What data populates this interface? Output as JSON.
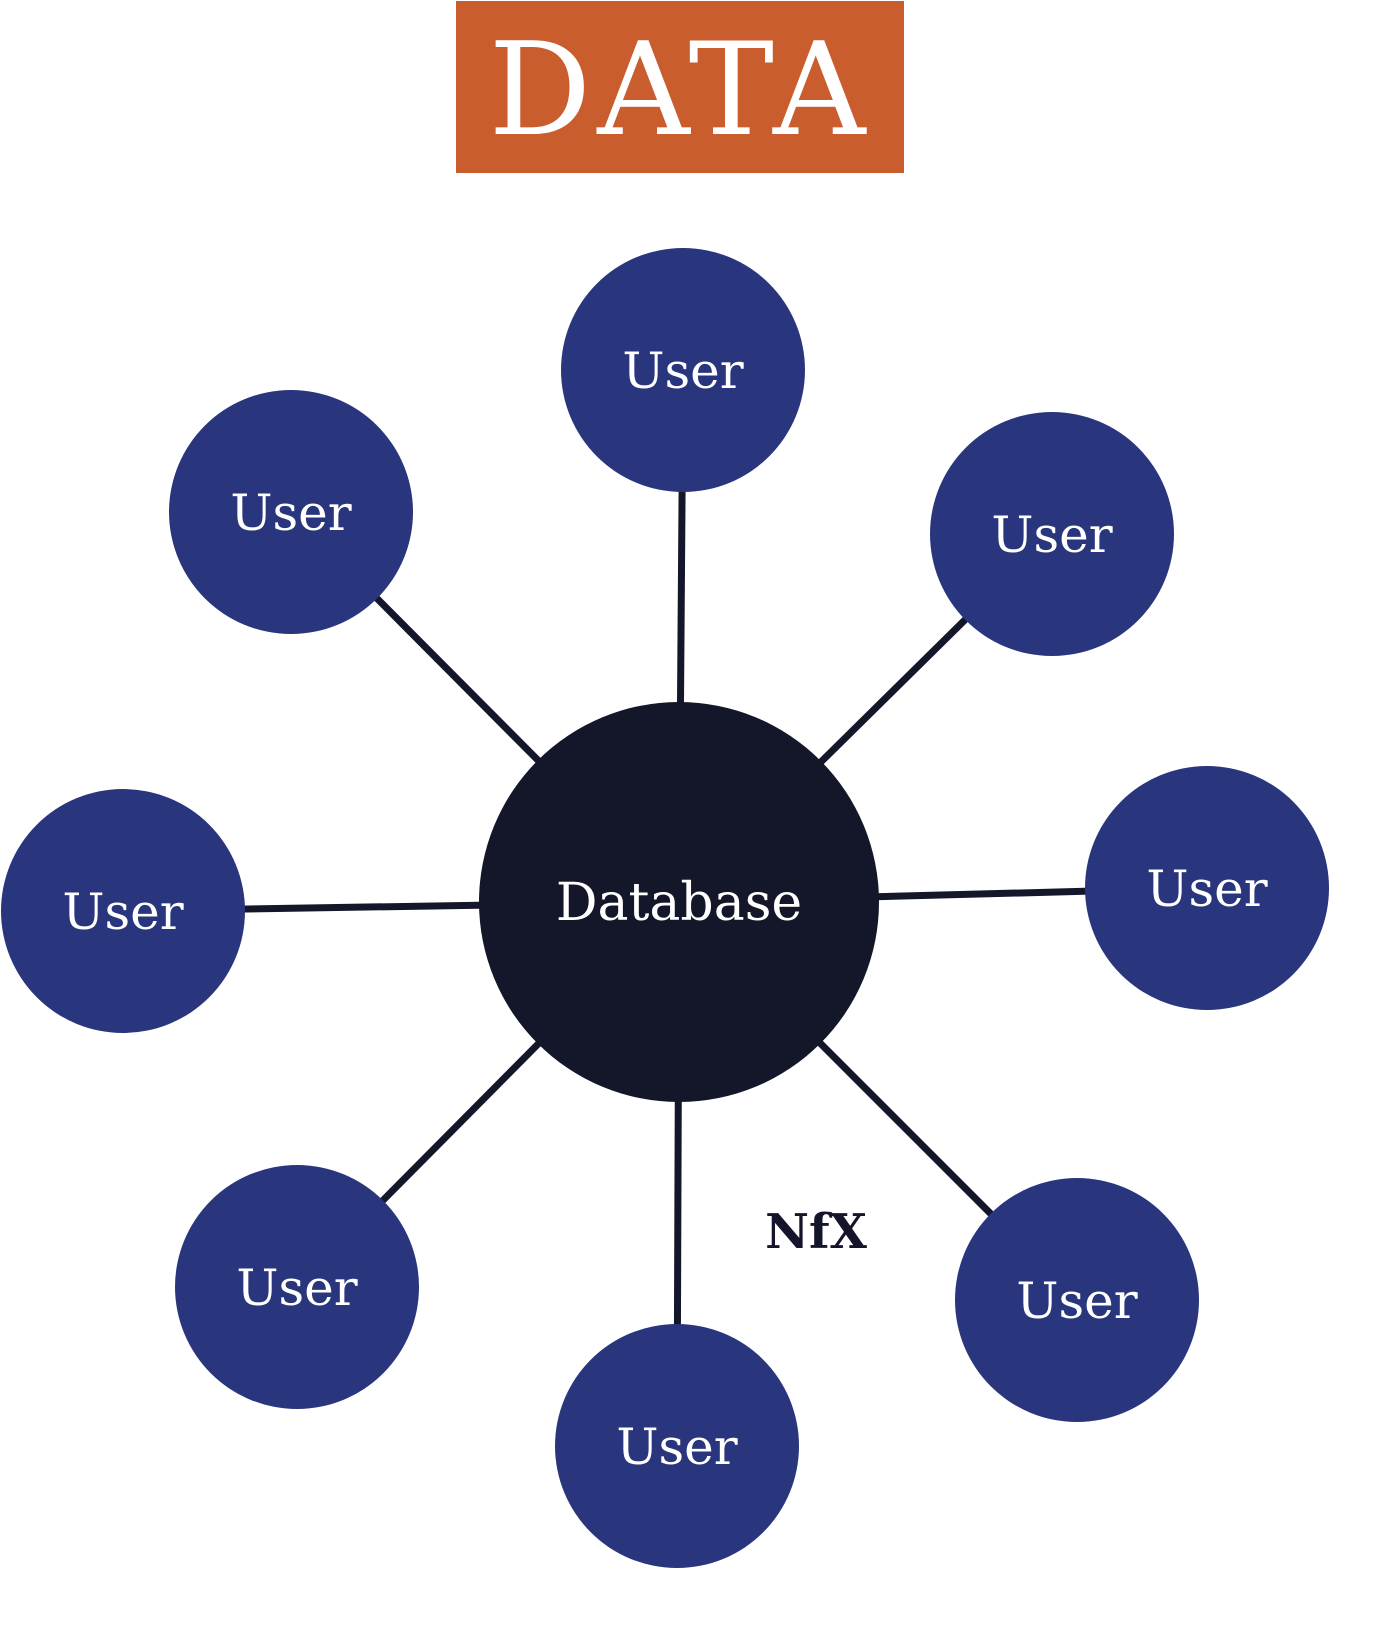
{
  "title": "DATA",
  "colors": {
    "title_background": "#c95d2e",
    "user_node": "#29367d",
    "hub_node": "#141629",
    "edge": "#141629",
    "text": "#ffffff"
  },
  "hub": {
    "label": "Database"
  },
  "nodes": [
    {
      "id": "top",
      "label": "User"
    },
    {
      "id": "top-right",
      "label": "User"
    },
    {
      "id": "right",
      "label": "User"
    },
    {
      "id": "bottom-right",
      "label": "User"
    },
    {
      "id": "bottom",
      "label": "User"
    },
    {
      "id": "bottom-left",
      "label": "User"
    },
    {
      "id": "left",
      "label": "User"
    },
    {
      "id": "top-left",
      "label": "User"
    }
  ],
  "edges": [
    {
      "from": "Database",
      "to": "top"
    },
    {
      "from": "Database",
      "to": "top-right"
    },
    {
      "from": "Database",
      "to": "right"
    },
    {
      "from": "Database",
      "to": "bottom-right"
    },
    {
      "from": "Database",
      "to": "bottom"
    },
    {
      "from": "Database",
      "to": "bottom-left"
    },
    {
      "from": "Database",
      "to": "left"
    },
    {
      "from": "Database",
      "to": "top-left"
    }
  ],
  "logo": "NfX"
}
